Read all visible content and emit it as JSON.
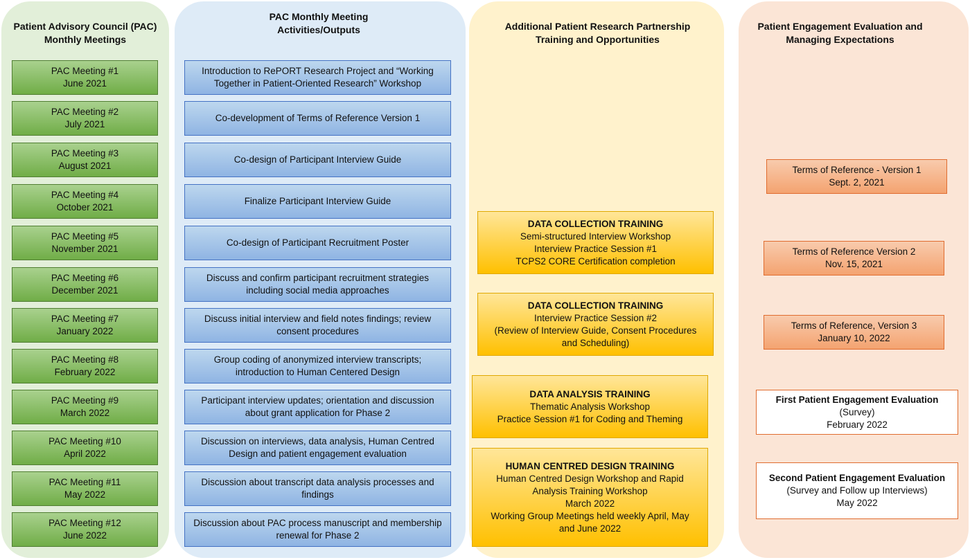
{
  "columns": {
    "pac": {
      "title": "Patient Advisory Council (PAC) Monthly Meetings",
      "meetings": [
        {
          "name": "PAC Meeting #1",
          "date": "June 2021"
        },
        {
          "name": "PAC Meeting #2",
          "date": "July  2021"
        },
        {
          "name": "PAC Meeting #3",
          "date": "August 2021"
        },
        {
          "name": "PAC Meeting #4",
          "date": "October 2021"
        },
        {
          "name": "PAC Meeting #5",
          "date": "November 2021"
        },
        {
          "name": "PAC Meeting #6",
          "date": "December 2021"
        },
        {
          "name": "PAC Meeting #7",
          "date": "January 2022"
        },
        {
          "name": "PAC Meeting #8",
          "date": "February 2022"
        },
        {
          "name": "PAC Meeting #9",
          "date": "March 2022"
        },
        {
          "name": "PAC Meeting #10",
          "date": "April 2022"
        },
        {
          "name": "PAC Meeting #11",
          "date": "May 2022"
        },
        {
          "name": "PAC Meeting #12",
          "date": "June 2022"
        }
      ]
    },
    "activities": {
      "title": "PAC Monthly Meeting Activities/Outputs",
      "items": [
        "Introduction to RePORT Research Project and “Working Together in Patient-Oriented Research” Workshop",
        "Co-development of Terms of Reference Version 1",
        "Co-design of Participant Interview Guide",
        "Finalize Participant Interview Guide",
        "Co-design of Participant Recruitment Poster",
        "Discuss and confirm participant recruitment strategies including social media approaches",
        "Discuss initial interview and field notes findings; review consent procedures",
        "Group coding of anonymized interview transcripts; introduction to Human Centered Design",
        "Participant interview updates;  orientation and discussion about grant application for Phase 2",
        "Discussion on interviews, data analysis, Human Centred Design and patient engagement evaluation",
        "Discussion about transcript data analysis processes and findings",
        "Discussion about PAC process manuscript and membership renewal for Phase 2"
      ]
    },
    "training": {
      "title": "Additional Patient Research Partnership Training and Opportunities",
      "boxes": [
        {
          "heading": "DATA COLLECTION TRAINING",
          "lines": [
            "Semi-structured Interview Workshop",
            "Interview Practice Session #1",
            "TCPS2 CORE Certification completion"
          ]
        },
        {
          "heading": "DATA COLLECTION TRAINING",
          "lines": [
            "Interview Practice Session #2",
            "(Review of Interview Guide, Consent Procedures",
            "and Scheduling)"
          ]
        },
        {
          "heading": "DATA ANALYSIS TRAINING",
          "lines": [
            "Thematic Analysis Workshop",
            "Practice Session #1 for Coding and Theming"
          ]
        },
        {
          "heading": "HUMAN CENTRED DESIGN TRAINING",
          "lines": [
            "Human Centred Design Workshop and Rapid",
            "Analysis Training Workshop",
            "March 2022",
            "Working Group Meetings held weekly April, May",
            "and June 2022"
          ]
        }
      ]
    },
    "evaluation": {
      "title": "Patient Engagement Evaluation and Managing Expectations",
      "tor": [
        {
          "title": "Terms of Reference - Version 1",
          "date": "Sept. 2, 2021"
        },
        {
          "title": "Terms of Reference Version 2",
          "date": "Nov. 15, 2021"
        },
        {
          "title": "Terms of Reference, Version 3",
          "date": "January 10, 2022"
        }
      ],
      "evals": [
        {
          "heading": "First Patient Engagement Evaluation",
          "detail": "(Survey)",
          "date": "February 2022"
        },
        {
          "heading": "Second Patient Engagement Evaluation",
          "detail": "(Survey and Follow up Interviews)",
          "date": "May 2022"
        }
      ]
    }
  }
}
